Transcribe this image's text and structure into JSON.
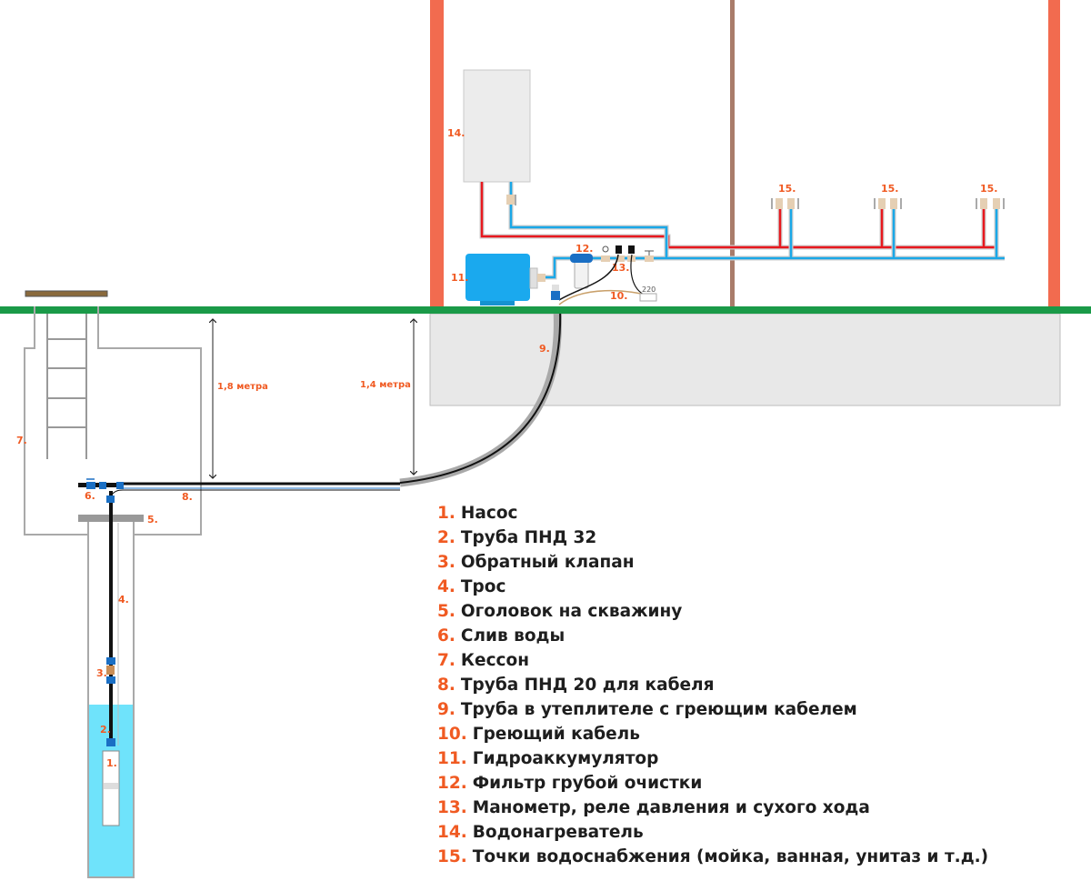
{
  "diagram": {
    "labels": {
      "pump": "1.",
      "pipe32": "2.",
      "check_valve": "3.",
      "cable": "4.",
      "well_head": "5.",
      "drain": "6.",
      "caisson": "7.",
      "pipe20": "8.",
      "insulated_pipe": "9.",
      "heating_cable": "10.",
      "accumulator": "11.",
      "filter": "12.",
      "pressure_relay": "13.",
      "heater": "14.",
      "points": "15.",
      "power": "220"
    },
    "dimensions": {
      "depth_caisson": "1,8 метра",
      "depth_house": "1,4 метра"
    },
    "colors": {
      "ground": "#1a9a48",
      "wall": "#f26b4f",
      "cold": "#1aa8e8",
      "hot": "#e8181e",
      "water": "#6fe3fb",
      "accent": "#f05a22"
    }
  },
  "legend": [
    {
      "num": "1.",
      "text": "Насос"
    },
    {
      "num": "2.",
      "text": "Труба ПНД 32"
    },
    {
      "num": "3.",
      "text": "Обратный клапан"
    },
    {
      "num": "4.",
      "text": "Трос"
    },
    {
      "num": "5.",
      "text": "Оголовок на скважину"
    },
    {
      "num": "6.",
      "text": "Слив воды"
    },
    {
      "num": "7.",
      "text": "Кессон"
    },
    {
      "num": "8.",
      "text": "Труба ПНД 20 для кабеля"
    },
    {
      "num": "9.",
      "text": "Труба в утеплителе с греющим кабелем"
    },
    {
      "num": "10.",
      "text": "Греющий кабель"
    },
    {
      "num": "11.",
      "text": "Гидроаккумулятор"
    },
    {
      "num": "12.",
      "text": "Фильтр грубой очистки"
    },
    {
      "num": "13.",
      "text": "Манометр, реле давления и сухого хода"
    },
    {
      "num": "14.",
      "text": "Водонагреватель"
    },
    {
      "num": "15.",
      "text": "Точки водоснабжения (мойка, ванная, унитаз и т.д.)"
    }
  ]
}
